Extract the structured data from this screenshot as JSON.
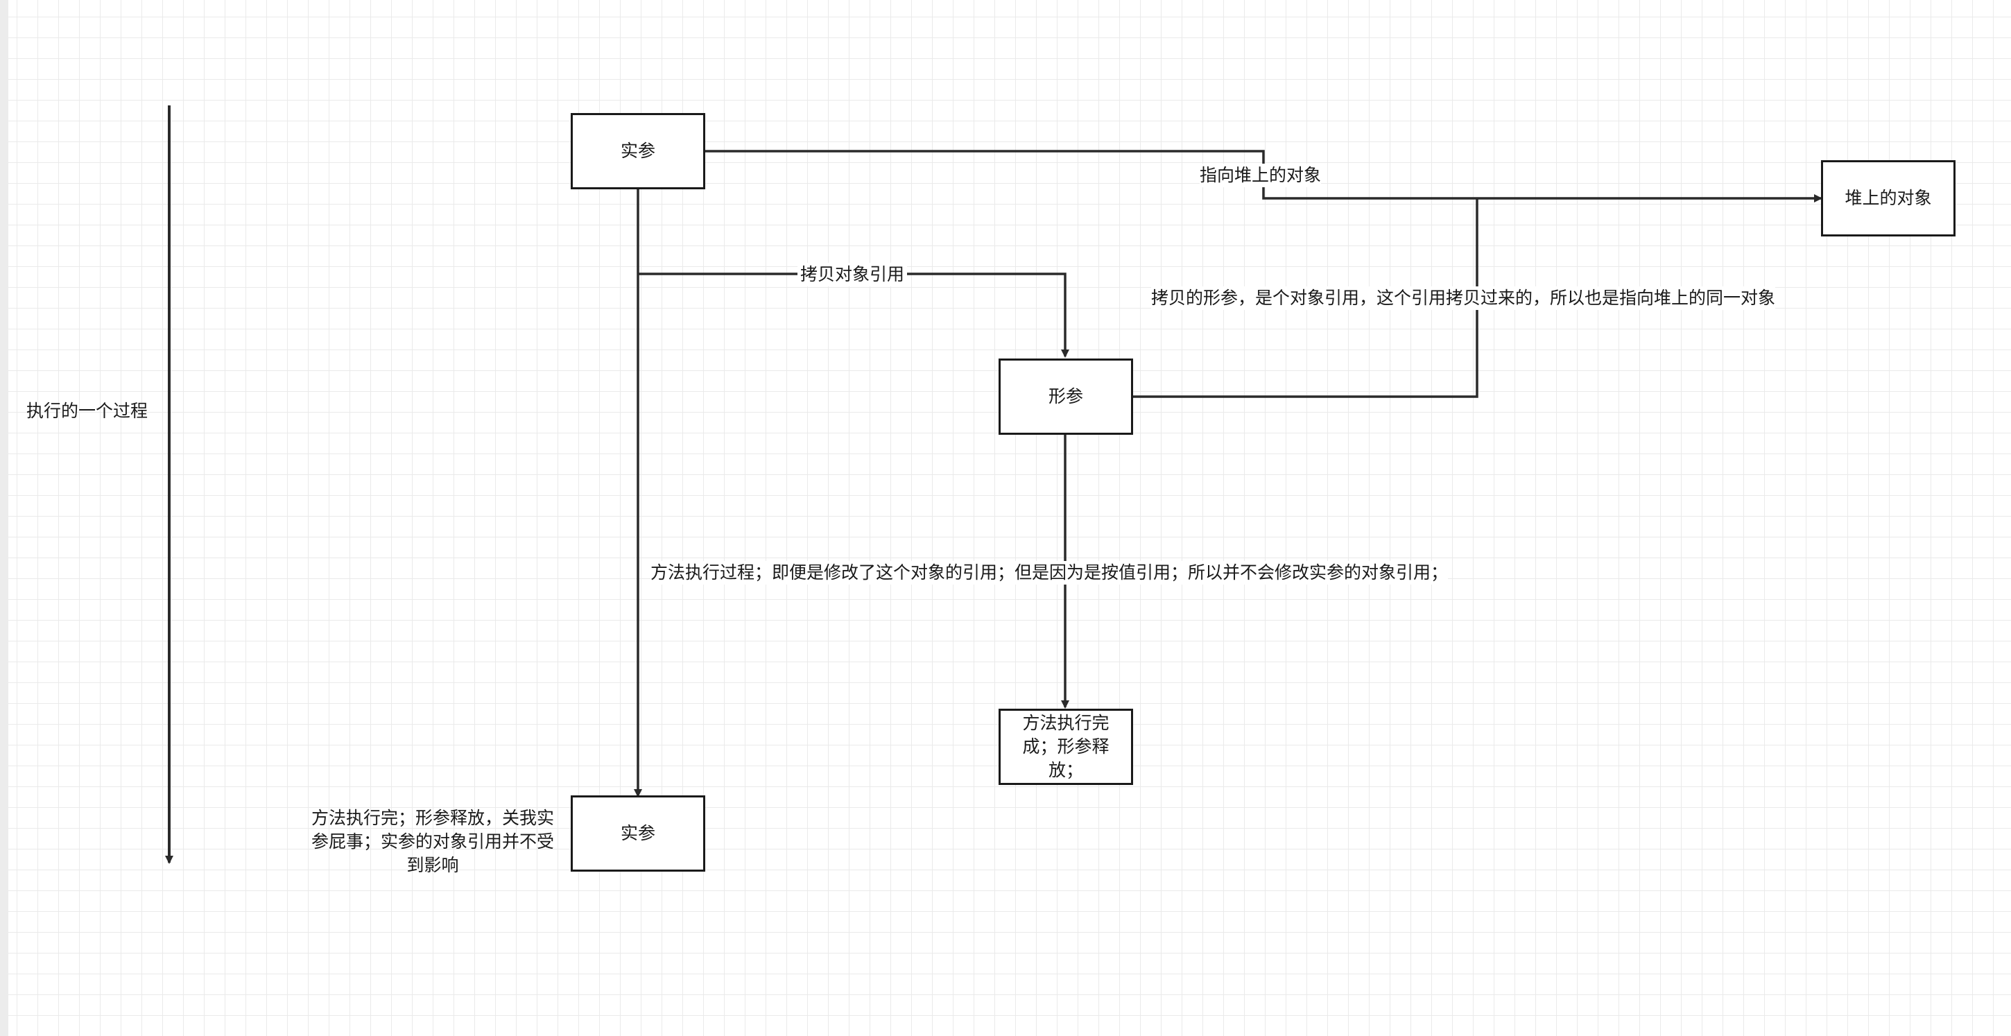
{
  "nodes": {
    "actual_param_top": "实参",
    "heap_object": "堆上的对象",
    "formal_param": "形参",
    "method_done": "方法执行完成；形参释放；",
    "actual_param_bottom": "实参"
  },
  "edge_labels": {
    "points_to_heap": "指向堆上的对象",
    "copy_reference": "拷贝对象引用",
    "copied_formal_note": "拷贝的形参，是个对象引用，这个引用拷贝过来的，所以也是指向堆上的同一对象",
    "method_executing_note": "方法执行过程；即便是修改了这个对象的引用；但是因为是按值引用；所以并不会修改实参的对象引用；"
  },
  "annotations": {
    "process_timeline": "执行的一个过程",
    "final_note": "方法执行完；形参释放，关我实参屁事；实参的对象引用并不受到影响"
  },
  "colors": {
    "line": "#2a2a2a",
    "grid": "#eaeaea",
    "background": "#ffffff"
  }
}
